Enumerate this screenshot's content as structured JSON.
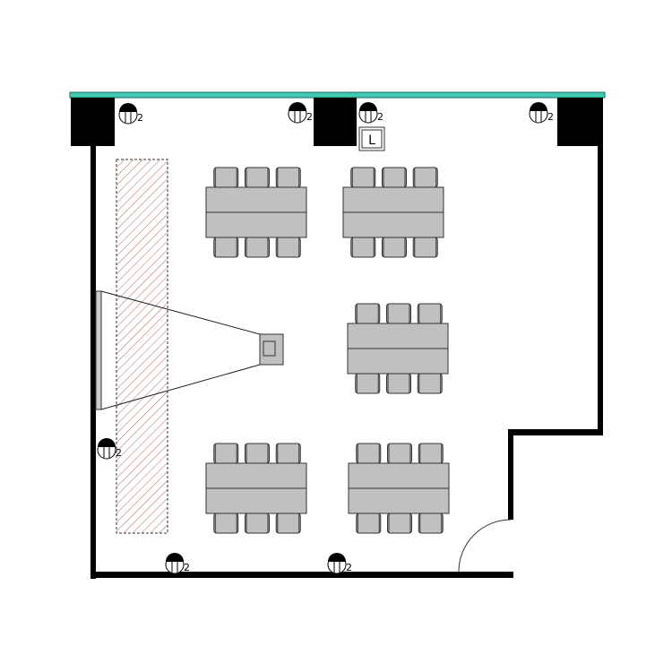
{
  "plan": {
    "outlet_label": "2",
    "outlet_labels": [
      "2",
      "2",
      "2",
      "2",
      "2",
      "2",
      "2"
    ],
    "lectern_label": "L",
    "colors": {
      "window": "#3fc9b4",
      "wall": "#000000",
      "furniture": "#c0c0c0",
      "hatch": "#c04848"
    },
    "tables": [
      {
        "name": "table-top-left",
        "chairs_per_side": 3
      },
      {
        "name": "table-top-right",
        "chairs_per_side": 3
      },
      {
        "name": "table-middle-right",
        "chairs_per_side": 3
      },
      {
        "name": "table-bottom-left",
        "chairs_per_side": 3
      },
      {
        "name": "table-bottom-right",
        "chairs_per_side": 3
      }
    ]
  }
}
